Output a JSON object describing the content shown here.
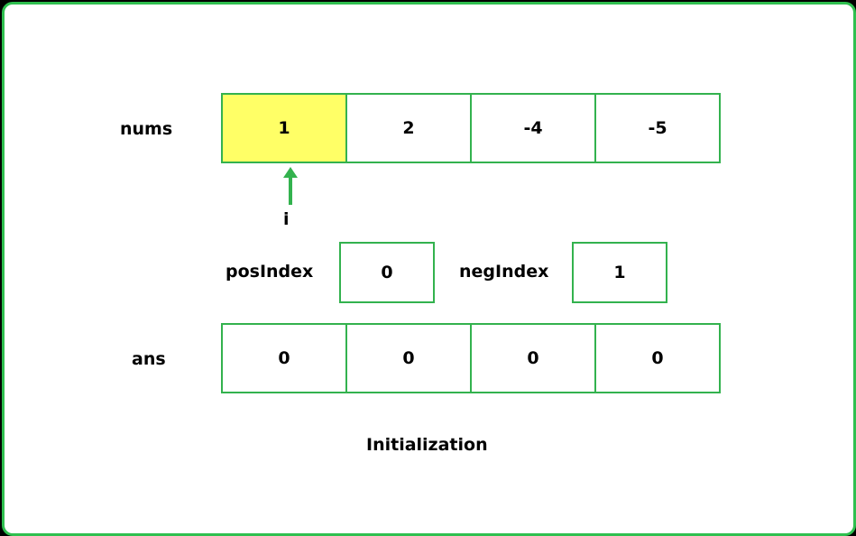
{
  "colors": {
    "border": "#33b24e",
    "highlight": "#ffff66",
    "frame": "#2fbf4f"
  },
  "nums": {
    "label": "nums",
    "cells": [
      "1",
      "2",
      "-4",
      "-5"
    ],
    "highlighted_index": 0
  },
  "pointer": {
    "label": "i"
  },
  "posIndex": {
    "label": "posIndex",
    "value": "0"
  },
  "negIndex": {
    "label": "negIndex",
    "value": "1"
  },
  "ans": {
    "label": "ans",
    "cells": [
      "0",
      "0",
      "0",
      "0"
    ]
  },
  "caption": "Initialization"
}
